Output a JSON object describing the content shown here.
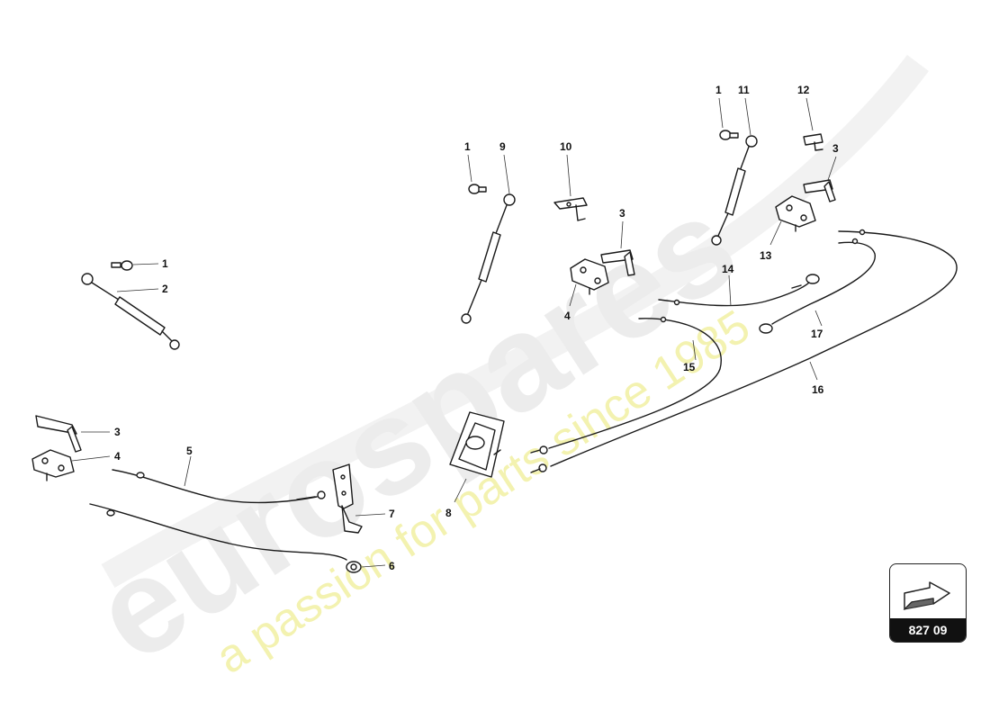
{
  "watermark": {
    "brand": "eurospares",
    "slogan": "a passion for parts since 1985"
  },
  "diagram_code": "827 09",
  "callouts": {
    "c1a": "1",
    "c2": "2",
    "c1b": "1",
    "c9": "9",
    "c10": "10",
    "c3a": "3",
    "c4a": "4",
    "c1c": "1",
    "c11": "11",
    "c12": "12",
    "c3b": "3",
    "c13": "13",
    "c14": "14",
    "c15": "15",
    "c16": "16",
    "c17": "17",
    "c3c": "3",
    "c4b": "4",
    "c5": "5",
    "c6": "6",
    "c7": "7",
    "c8": "8"
  },
  "colors": {
    "line": "#1a1a1a",
    "watermark": "#ececec",
    "slogan": "#f3f2b0",
    "badge": "#111111"
  }
}
